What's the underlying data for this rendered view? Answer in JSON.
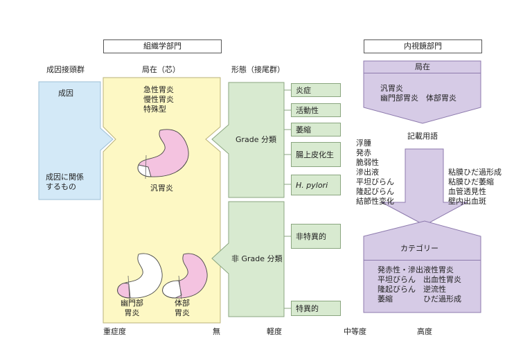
{
  "headers": {
    "histology": "組織学部門",
    "endoscopy": "内視鏡部門"
  },
  "columns": {
    "cause_group": "成因接頭群",
    "location": "局在（芯）",
    "form": "形態（接尾群）"
  },
  "cause_panel": {
    "cause": "成因",
    "related": "成因に関係\nするもの"
  },
  "location_panel": {
    "types": "急性胃炎\n慢性胃炎\n特殊型",
    "pan": "汎胃炎",
    "antrum": "幽門部\n胃炎",
    "body": "体部\n胃炎"
  },
  "form_panel": {
    "graded": "Grade 分類",
    "nongraded": "非 Grade 分類",
    "graded_items": [
      "炎症",
      "活動性",
      "萎縮",
      "腸上皮化生",
      "H. pylori"
    ],
    "nongraded_items": [
      "非特異的",
      "特異的"
    ]
  },
  "endo_panel": {
    "location_title": "局在",
    "location_items": "汎胃炎\n幽門部胃炎　体部胃炎",
    "terms_title": "記載用語",
    "terms_left": "浮腫\n発赤\n脆弱性\n滲出液\n平坦びらん\n隆起びらん\n結節性変化",
    "terms_right": "粘膜ひだ過形成\n粘膜ひだ萎縮\n血管透見性\n壁内出血斑",
    "category_title": "カテゴリー",
    "category_items": "発赤性・滲出液性胃炎\n平坦びらん　出血性胃炎\n隆起びらん　逆流性\n萎縮　　　　ひだ過形成"
  },
  "severity_scale": [
    "重症度",
    "無",
    "軽度",
    "中等度",
    "高度"
  ],
  "colors": {
    "cause_fill": "#d3e9f7",
    "location_fill": "#fdf8c4",
    "form_fill": "#d8ead0",
    "endo_fill": "#d6cbe6",
    "stomach_fill": "#f4c3e0"
  }
}
